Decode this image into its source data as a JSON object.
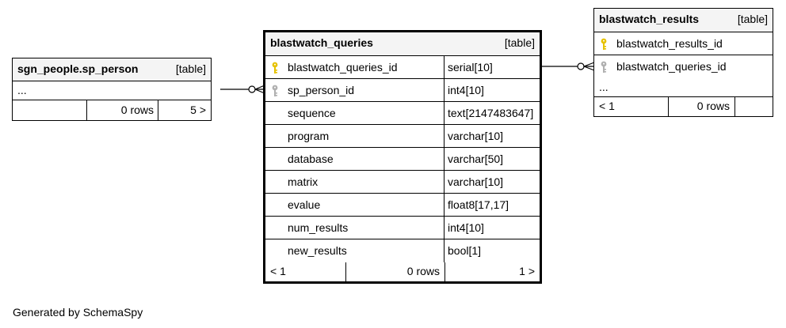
{
  "footer": "Generated by SchemaSpy",
  "colors": {
    "pk_key": "#e6c200",
    "fk_key": "#b0b0b0",
    "header_bg": "#f4f4f4",
    "border": "#000000"
  },
  "tables": {
    "sp_person": {
      "name": "sgn_people.sp_person",
      "tag": "[table]",
      "ellipsis": "...",
      "footer": {
        "prev": "",
        "rows": "0 rows",
        "next": "5 >"
      }
    },
    "queries": {
      "name": "blastwatch_queries",
      "tag": "[table]",
      "columns": [
        {
          "name": "blastwatch_queries_id",
          "type": "serial[10]",
          "key": "pk-key-icon"
        },
        {
          "name": "sp_person_id",
          "type": "int4[10]",
          "key": "fk-key-icon"
        },
        {
          "name": "sequence",
          "type": "text[2147483647]",
          "key": ""
        },
        {
          "name": "program",
          "type": "varchar[10]",
          "key": ""
        },
        {
          "name": "database",
          "type": "varchar[50]",
          "key": ""
        },
        {
          "name": "matrix",
          "type": "varchar[10]",
          "key": ""
        },
        {
          "name": "evalue",
          "type": "float8[17,17]",
          "key": ""
        },
        {
          "name": "num_results",
          "type": "int4[10]",
          "key": ""
        },
        {
          "name": "new_results",
          "type": "bool[1]",
          "key": ""
        }
      ],
      "footer": {
        "prev": "< 1",
        "rows": "0 rows",
        "next": "1 >"
      }
    },
    "results": {
      "name": "blastwatch_results",
      "tag": "[table]",
      "columns": [
        {
          "name": "blastwatch_results_id",
          "key": "pk-key-icon"
        },
        {
          "name": "blastwatch_queries_id",
          "key": "fk-key-icon"
        }
      ],
      "ellipsis": "...",
      "footer": {
        "prev": "< 1",
        "rows": "0 rows",
        "next": ""
      }
    }
  }
}
